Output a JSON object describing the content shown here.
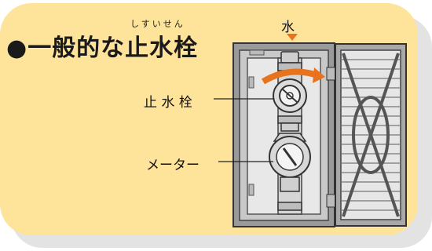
{
  "title": {
    "bullet": "●",
    "text": "一般的な止水栓",
    "ruby": "しすいせん"
  },
  "labels": {
    "water": "水",
    "stop_valve": "止 水 栓",
    "meter": "メーター"
  },
  "colors": {
    "background": "#fde49a",
    "flow_arrow": "#e8731e",
    "box_frame": "#8a8a8a",
    "box_inner": "#e6e6e6"
  }
}
